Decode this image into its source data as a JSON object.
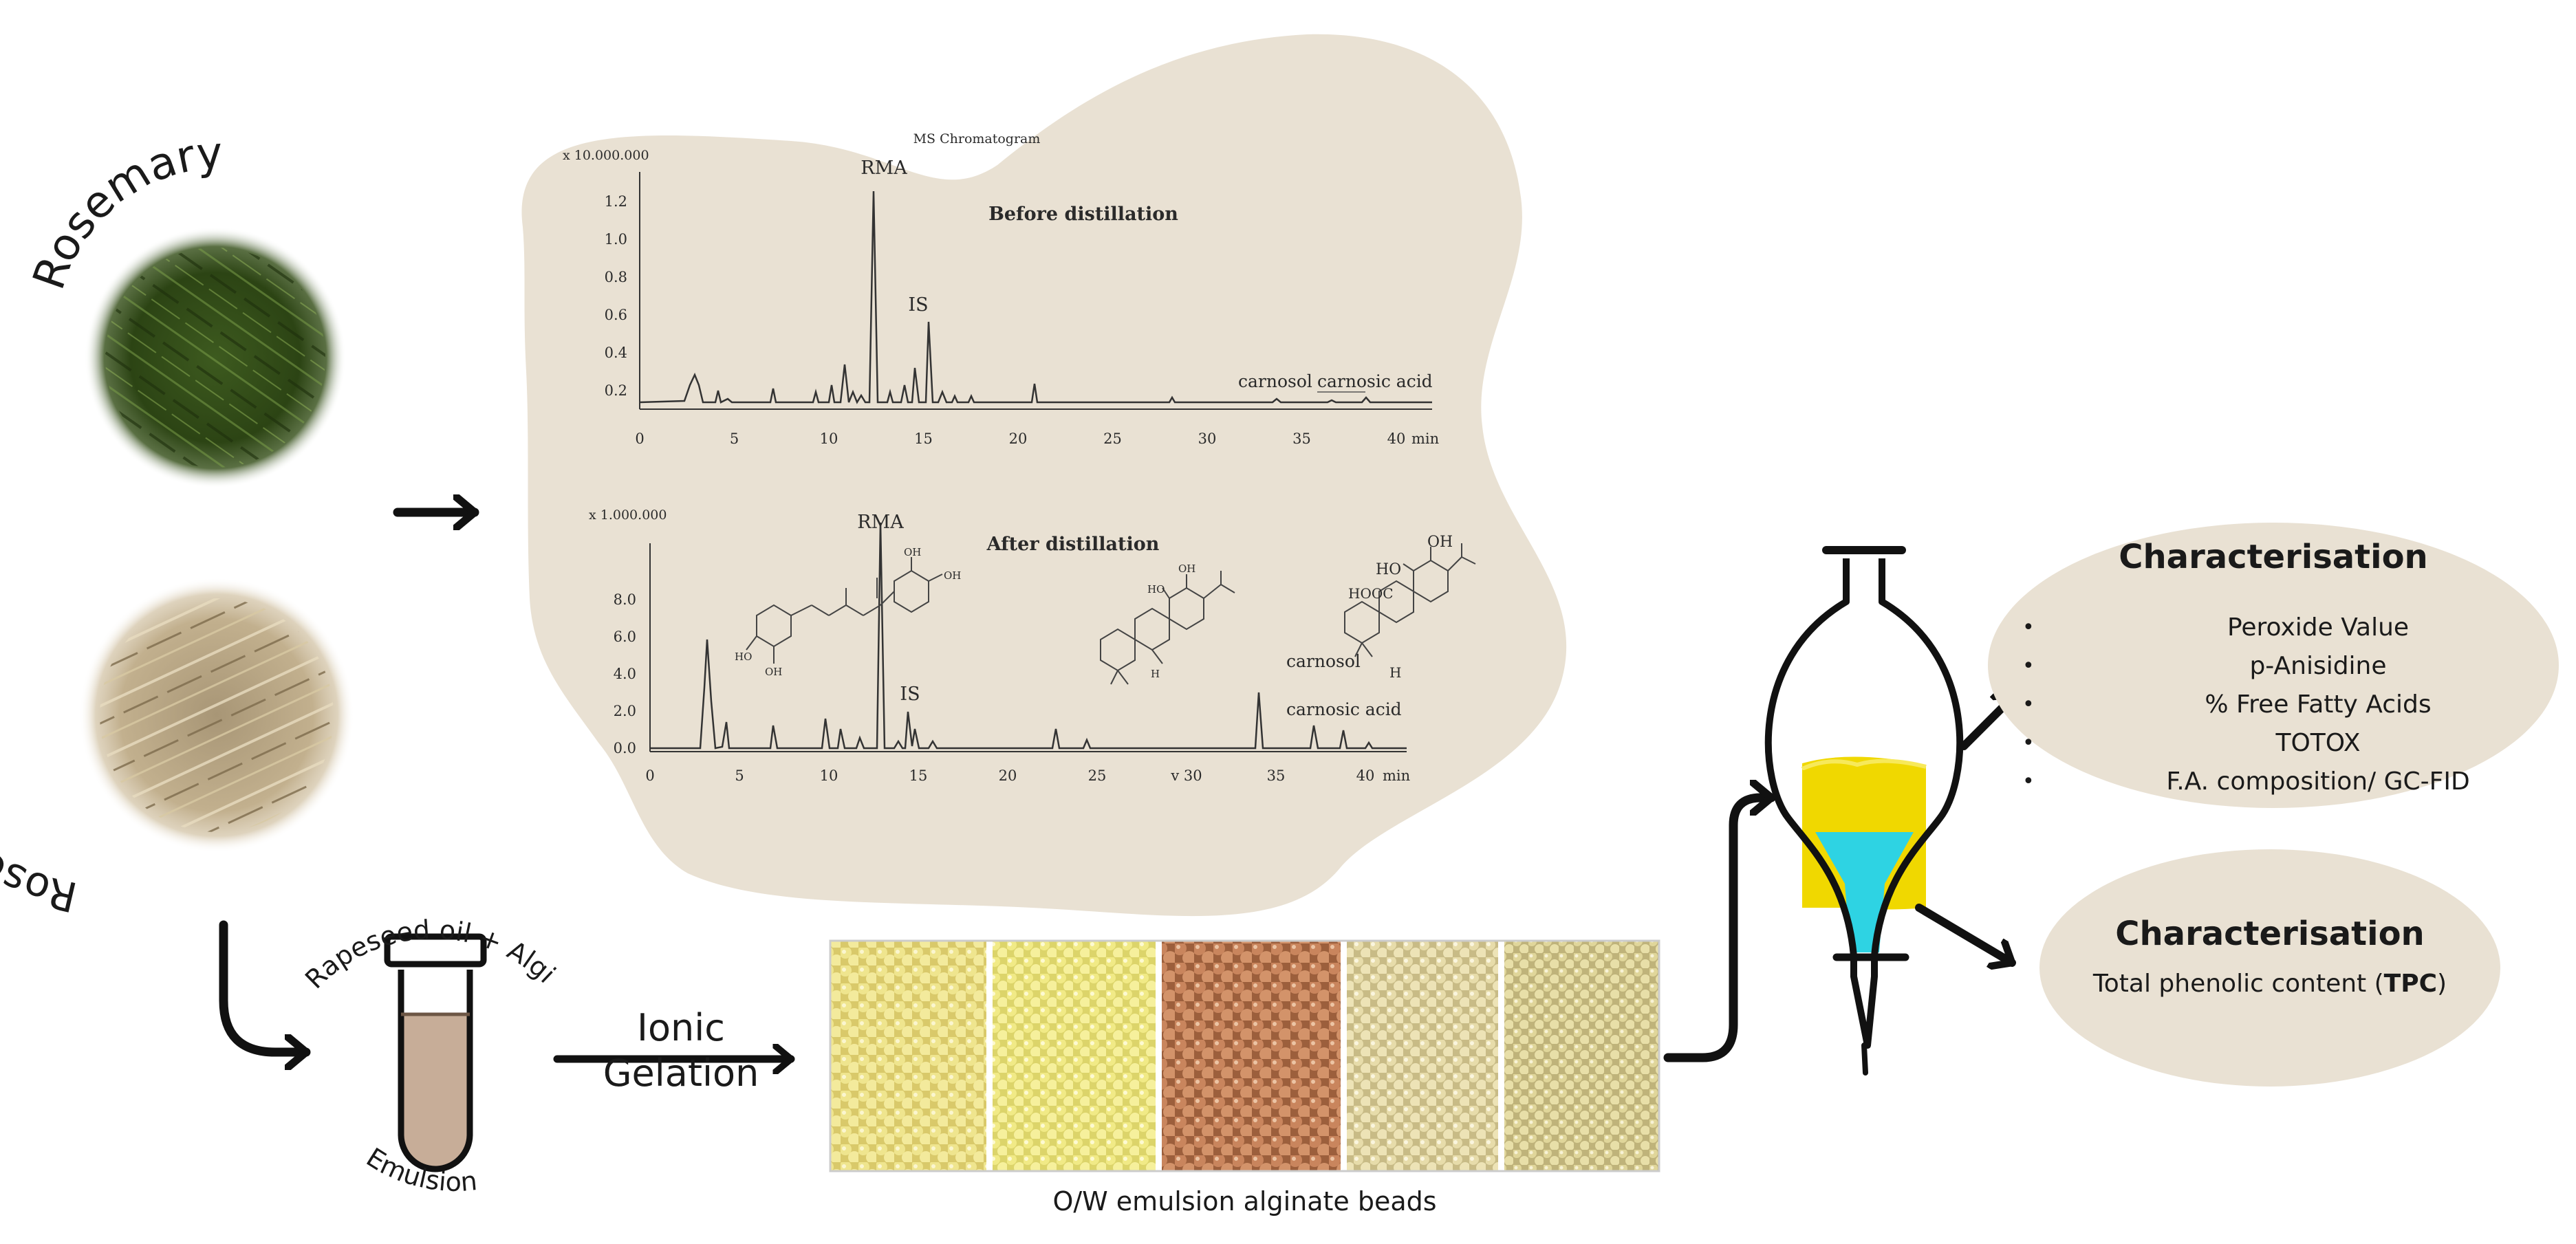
{
  "sources": {
    "rosemary_label": "Rosemary",
    "residue_label": "Rosemary Distillate Residue (DR)"
  },
  "chromatogram": {
    "title": "MS Chromatogram",
    "before": {
      "heading": "Before distillation",
      "scale_label": "x 10.000.000",
      "y_ticks": [
        "0.2",
        "0.4",
        "0.6",
        "0.8",
        "1.0",
        "1.2"
      ],
      "x_ticks": [
        "0",
        "5",
        "10",
        "15",
        "20",
        "25",
        "30",
        "35",
        "40"
      ],
      "x_unit": "min",
      "peaks": {
        "rma": "RMA",
        "is": "IS",
        "carnosol": "carnosol",
        "carnosic": "carnosic acid"
      }
    },
    "after": {
      "heading": "After distillation",
      "scale_label": "x 1.000.000",
      "y_ticks": [
        "0.0",
        "2.0",
        "4.0",
        "6.0",
        "8.0"
      ],
      "x_ticks": [
        "0",
        "5",
        "10",
        "15",
        "20",
        "25",
        "v 30",
        "35",
        "40"
      ],
      "x_unit": "min",
      "peaks": {
        "rma": "RMA",
        "is": "IS",
        "carnosol": "carnosol",
        "carnosic": "carnosic acid"
      },
      "structure_labels": {
        "ho": "HO",
        "oh": "OH",
        "h": "H",
        "hooc": "HOOC"
      }
    }
  },
  "process": {
    "tube_top_label": "Rapeseed oil + Alginate",
    "tube_bottom_label": "Emulsion",
    "step_label_line1": "Ionic",
    "step_label_line2": "Gelation",
    "beads_caption": "O/W emulsion alginate beads"
  },
  "characterisation": {
    "oil_phase": {
      "title": "Characterisation",
      "items": [
        "Peroxide Value",
        "p-Anisidine",
        "% Free Fatty Acids",
        "TOTOX",
        "F.A. composition/ GC-FID"
      ]
    },
    "aqueous_phase": {
      "title": "Characterisation",
      "text_prefix": "Total phenolic content (",
      "text_bold": "TPC",
      "text_suffix": ")"
    }
  },
  "colors": {
    "blob": "#e9e1d3",
    "oil_layer": "#f0d800",
    "aqueous_layer": "#2ed3e3",
    "emulsion": "#c7ad98",
    "arrow": "#111111"
  }
}
